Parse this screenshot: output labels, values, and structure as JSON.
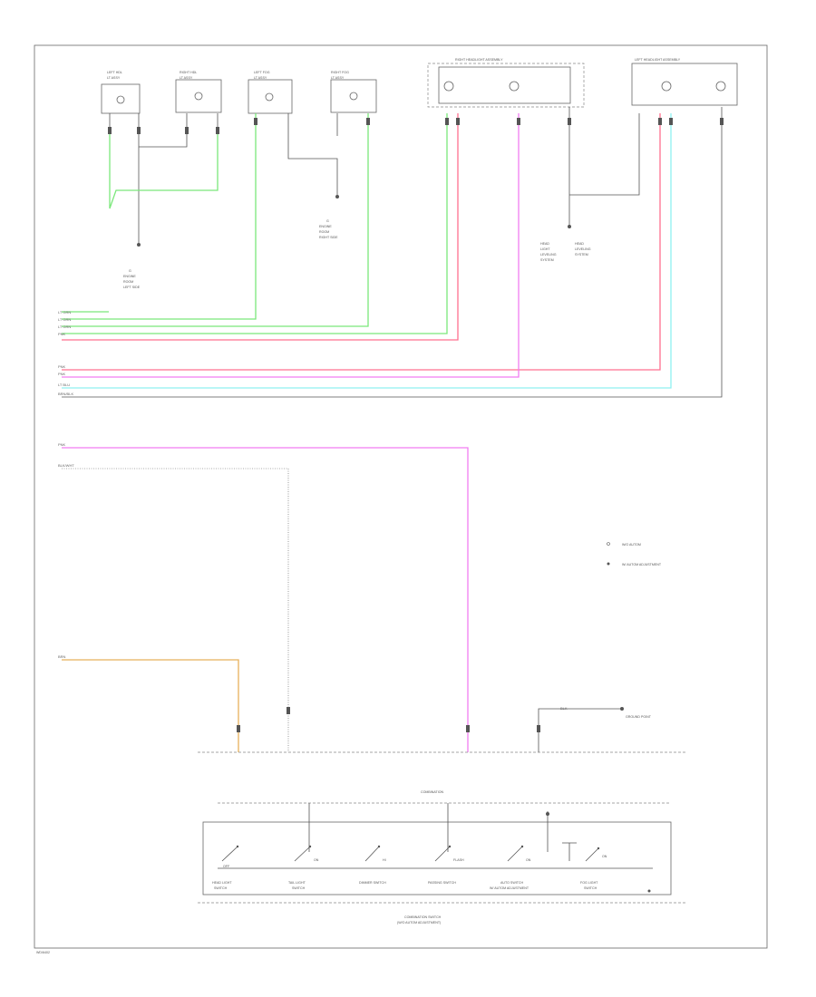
{
  "colors": {
    "green": "#7be87b",
    "pink": "#ff6f8f",
    "magenta": "#f27cf2",
    "cyan": "#8ff0f0",
    "orange": "#e8b15a",
    "black": "#555555"
  },
  "legend": {
    "items": [
      {
        "symbol": "open-circle",
        "label": "W/O AUTOM"
      },
      {
        "symbol": "filled-circle",
        "label": "W/ AUTOM ADJUSTMENT"
      }
    ]
  },
  "harness_labels": {
    "top_row": [
      "LT GRN",
      "LT GRN",
      "LT GRN",
      "PNK"
    ],
    "mid_row": [
      "PNK",
      "PNK",
      "LT BLU",
      "BRN/BLK"
    ],
    "lower_row": [
      "PNK",
      "BLK/WHT"
    ],
    "bottom_row": [
      "BRN"
    ],
    "switch_lead": "BLK"
  },
  "switch_bar": {
    "top_label": "COMBINATION",
    "bottom_label_1": "COMBINATION SWITCH",
    "bottom_label_2": "(W/O AUTOM ADJUSTMENT)",
    "switches": [
      {
        "label_1": "HEAD LIGHT",
        "label_2": "SWITCH",
        "pos": "OFF"
      },
      {
        "label_1": "TAIL LIGHT",
        "label_2": "SWITCH",
        "pos": "ON"
      },
      {
        "label_1": "DIMMER SWITCH",
        "label_2": "",
        "pos": "HI"
      },
      {
        "label_1": "PASSING SWITCH",
        "label_2": "",
        "pos": "FLASH"
      },
      {
        "label_1": "AUTO SWITCH",
        "label_2": "W/ AUTOM ADJUSTMENT",
        "pos": "ON"
      },
      {
        "label_1": "FOG LIGHT",
        "label_2": "SWITCH",
        "pos": "ON"
      }
    ]
  },
  "ground_note": "GROUND POINT",
  "page_code": "WD/6402"
}
